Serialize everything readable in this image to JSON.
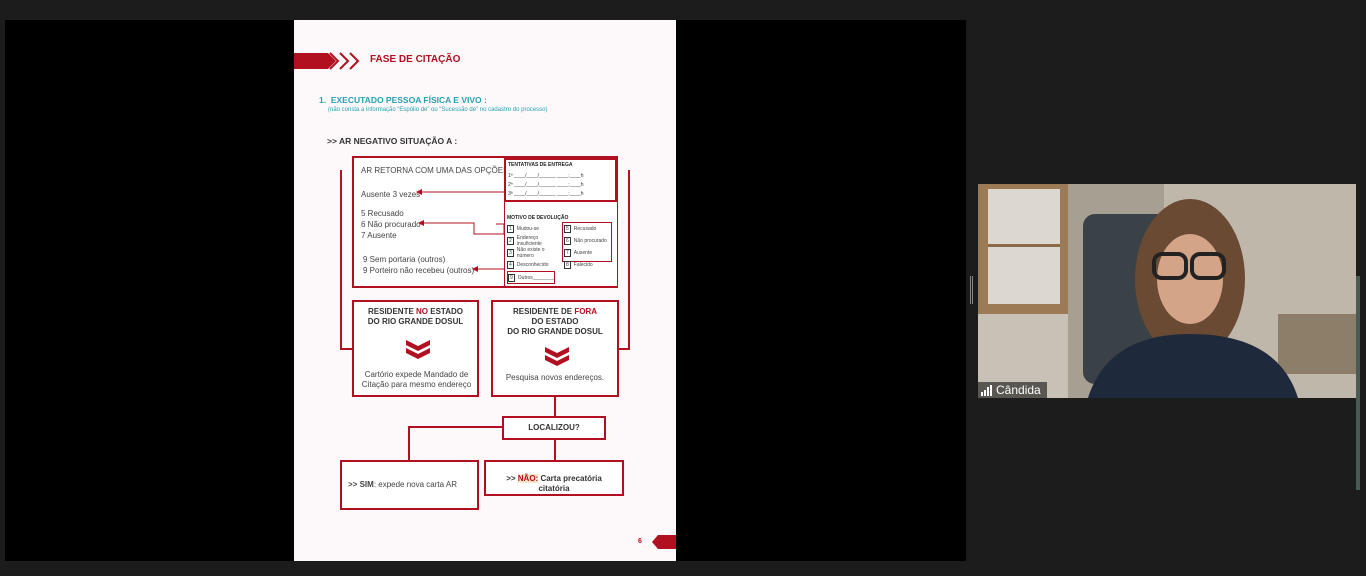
{
  "doc": {
    "title": "FASE DE CITAÇÃO",
    "section_number": "1.",
    "section_title": "EXECUTADO PESSOA FÍSICA E VIVO :",
    "section_note": "(não consta a informação “Espólio de” ou “Sucessão de” no cadastro do processo)",
    "ar_heading": ">> AR NEGATIVO SITUAÇÃO A :",
    "ar_box": {
      "intro": "AR RETORNA COM UMA DAS OPÇÕES:",
      "option_a": "Ausente 3 vezes",
      "options_b": [
        "5 Recusado",
        "6 Não procurado",
        "7 Ausente"
      ],
      "options_c": [
        "9 Sem portaria (outros)",
        "9 Porteiro não recebeu (outros)"
      ]
    },
    "form": {
      "attempts_title": "TENTATIVAS DE ENTREGA",
      "attempt_rows": [
        "1ª ____/____/______   ____:____h",
        "2ª ____/____/______   ____:____h",
        "3ª ____/____/______   ____:____h"
      ],
      "motive_title": "MOTIVO DE DEVOLUÇÃO",
      "motives_left": [
        {
          "n": "1",
          "label": "Mudou-se"
        },
        {
          "n": "2",
          "label": "Endereço insuficiente"
        },
        {
          "n": "3",
          "label": "Não existe o número"
        },
        {
          "n": "4",
          "label": "Desconhecido"
        },
        {
          "n": "9",
          "label": "Outros________"
        }
      ],
      "motives_right": [
        {
          "n": "5",
          "label": "Recusado"
        },
        {
          "n": "6",
          "label": "Não procurado"
        },
        {
          "n": "7",
          "label": "Ausente"
        },
        {
          "n": "8",
          "label": "Falecido"
        }
      ]
    },
    "resident_in": {
      "l1a": "RESIDENTE ",
      "l1b": "NO",
      "l1c": " ESTADO",
      "l2": "DO RIO GRANDE DOSUL",
      "text": "Cartório expede Mandado de Citação para mesmo endereço"
    },
    "resident_out": {
      "l1a": "RESIDENTE DE ",
      "l1b": "FORA",
      "l2": "DO ESTADO",
      "l3": "DO RIO GRANDE DOSUL",
      "text": "Pesquisa novos endereços."
    },
    "localizou": "LOCALIZOU?",
    "sim_prefix": ">> ",
    "sim_bold": "SIM",
    "sim_text": ": expede nova carta AR",
    "nao_prefix": ">> ",
    "nao_bold": "NÃO:",
    "nao_text": " Carta precatória citatória",
    "page_number": "6"
  },
  "participant": {
    "name": "Cândida"
  },
  "colors": {
    "accent": "#b0101f",
    "teal": "#27a0b0",
    "background": "#1c1c1c"
  }
}
